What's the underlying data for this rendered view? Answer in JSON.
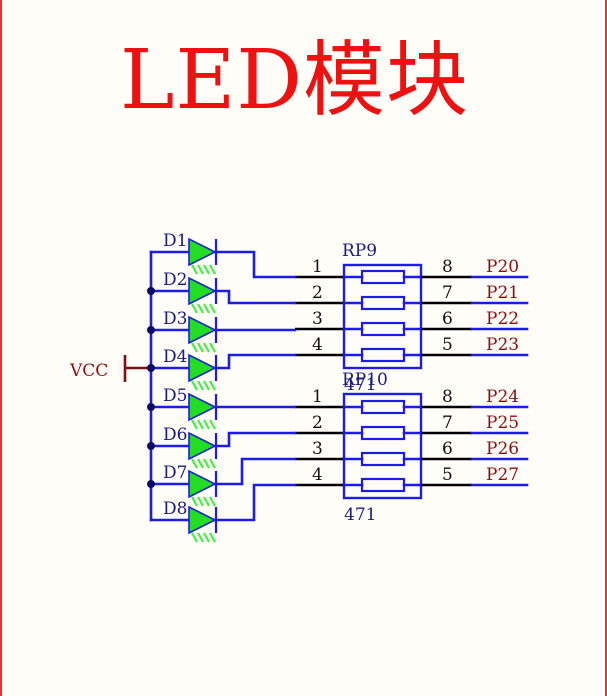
{
  "title": "LED模块",
  "vcc": {
    "label": "VCC"
  },
  "leds": [
    {
      "ref": "D1"
    },
    {
      "ref": "D2"
    },
    {
      "ref": "D3"
    },
    {
      "ref": "D4"
    },
    {
      "ref": "D5"
    },
    {
      "ref": "D6"
    },
    {
      "ref": "D7"
    },
    {
      "ref": "D8"
    }
  ],
  "networks": [
    {
      "ref": "RP9",
      "value": "471",
      "left_pins": [
        "1",
        "2",
        "3",
        "4"
      ],
      "right_pins": [
        "8",
        "7",
        "6",
        "5"
      ],
      "nets": [
        "P20",
        "P21",
        "P22",
        "P23"
      ]
    },
    {
      "ref": "RP10",
      "value": "471",
      "left_pins": [
        "1",
        "2",
        "3",
        "4"
      ],
      "right_pins": [
        "8",
        "7",
        "6",
        "5"
      ],
      "nets": [
        "P24",
        "P25",
        "P26",
        "P27"
      ]
    }
  ],
  "colors": {
    "frame": "#e8352f",
    "title": "#ee1111",
    "wire": "#1c1ce6",
    "led_fill": "#22dd22",
    "net_label": "#8a0f0f",
    "pin_line": "#000000"
  }
}
